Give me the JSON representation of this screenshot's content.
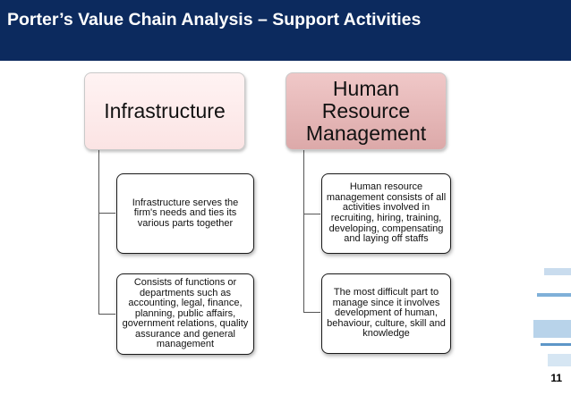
{
  "header": {
    "title": "Porter’s Value Chain Analysis – Support Activities"
  },
  "columns": [
    {
      "title": "Infrastructure",
      "children": [
        "Infrastructure serves the firm's needs and ties its various parts together",
        "Consists of functions or departments such as accounting, legal, finance, planning, public affairs, government relations, quality assurance and general management"
      ]
    },
    {
      "title": "Human Resource Management",
      "children": [
        "Human resource management consists of all activities involved in recruiting, hiring, training, developing, compensating and laying off staffs",
        "The most difficult part to manage since it involves development of human, behaviour, culture, skill and knowledge"
      ]
    }
  ],
  "footer": {
    "page_number": "11"
  },
  "colors": {
    "header_bg": "#0c2a5e",
    "infra_box": "#fbe4e4",
    "hr_box": "#dca9a9"
  }
}
